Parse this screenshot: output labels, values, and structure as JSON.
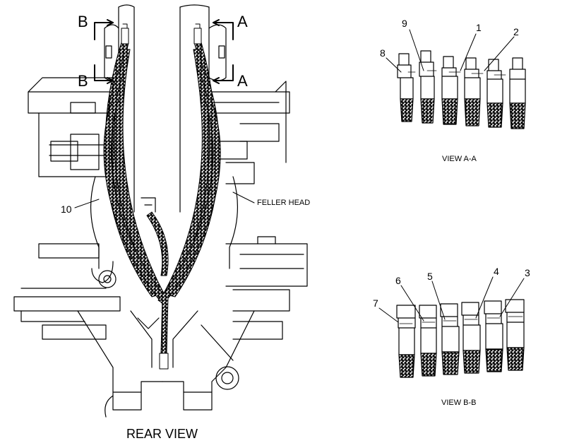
{
  "section_markers": {
    "b_top": "B",
    "b_bottom": "B",
    "a_top": "A",
    "a_bottom": "A"
  },
  "callouts": {
    "c1": "1",
    "c2": "2",
    "c3": "3",
    "c4": "4",
    "c5": "5",
    "c6": "6",
    "c7": "7",
    "c8": "8",
    "c9": "9",
    "c10": "10"
  },
  "labels": {
    "feller_head": "FELLER HEAD",
    "view_aa": "VIEW A-A",
    "view_bb": "VIEW B-B",
    "rear_view": "REAR VIEW"
  }
}
